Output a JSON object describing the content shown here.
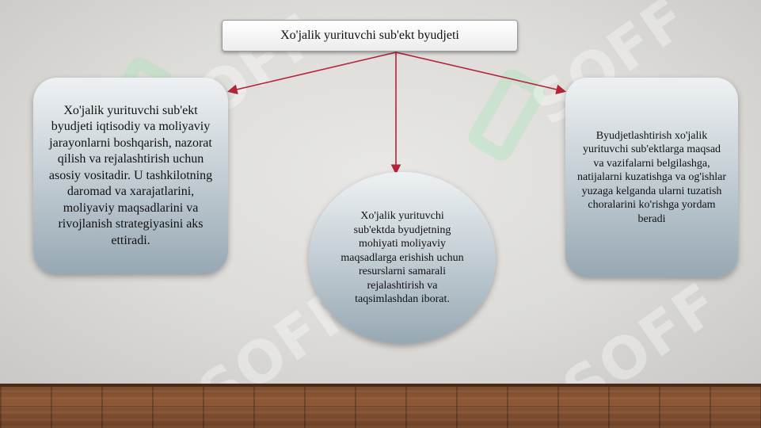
{
  "diagram": {
    "title": "Xo'jalik yurituvchi sub'ekt byudjeti",
    "left_node": "Xo'jalik yurituvchi sub'ekt byudjeti iqtisodiy va moliyaviy jarayonlarni boshqarish, nazorat qilish va rejalashtirish uchun asosiy vositadir. U tashkilotning daromad va xarajatlarini, moliyaviy maqsadlarini va rivojlanish strategiyasini aks ettiradi.",
    "center_node": "Xo'jalik yurituvchi sub'ektda byudjetning mohiyati moliyaviy maqsadlarga erishish uchun resurslarni samarali rejalashtirish va taqsimlashdan iborat.",
    "right_node": "Byudjetlashtirish xo'jalik yurituvchi sub'ektlarga maqsad va vazifalarni belgilashga, natijalarni kuzatishga va og'ishlar yuzaga kelganda ularni tuzatish choralarini ko'rishga yordam beradi",
    "connector_color": "#b3243a"
  },
  "watermark": {
    "text": "SOFF"
  }
}
